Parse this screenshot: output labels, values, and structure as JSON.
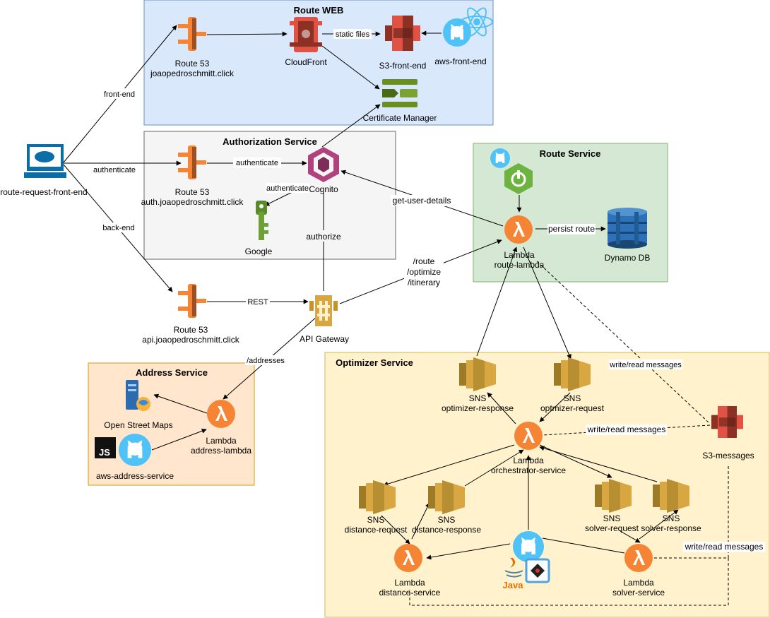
{
  "groups": {
    "route_web": "Route WEB",
    "authorization": "Authorization Service",
    "route_service": "Route Service",
    "address": "Address Service",
    "optimizer": "Optimizer Service"
  },
  "nodes": {
    "client": "route-request-front-end",
    "r53_web": [
      "Route 53",
      "joaopedroschmitt.click"
    ],
    "cloudfront": "CloudFront",
    "s3_front": "S3-front-end",
    "aws_front": "aws-front-end",
    "cert": "Certificate Manager",
    "r53_auth": [
      "Route 53",
      "auth.joaopedroschmitt.click"
    ],
    "cognito": "Cognito",
    "google": "Google",
    "r53_api": [
      "Route 53",
      "api.joaopedroschmitt.click"
    ],
    "apigw": "API Gateway",
    "route_lambda": [
      "Lambda",
      "route-lambda"
    ],
    "dynamo": "Dynamo DB",
    "osm": "Open Street Maps",
    "address_lambda": [
      "Lambda",
      "address-lambda"
    ],
    "aws_address": "aws-address-service",
    "js_badge": "JS",
    "sns_opt_resp": [
      "SNS",
      "optimizer-response"
    ],
    "sns_opt_req": [
      "SNS",
      "optmizer-request"
    ],
    "orchestrator": [
      "Lambda",
      "orchestrator-service"
    ],
    "s3_messages": "S3-messages",
    "sns_dist_req": [
      "SNS",
      "distance-request"
    ],
    "sns_dist_resp": [
      "SNS",
      "distance-response"
    ],
    "sns_solv_req": [
      "SNS",
      "solver-request"
    ],
    "sns_solv_resp": [
      "SNS",
      "solver-response"
    ],
    "distance_lambda": [
      "Lambda",
      "distance-service"
    ],
    "solver_lambda": [
      "Lambda",
      "solver-service"
    ],
    "java": "Java"
  },
  "edges": {
    "front_end": "front-end",
    "static_files": "static files",
    "authenticate_1": "authenticate",
    "authenticate_2": "authenticate",
    "authenticate_3": "authenticate",
    "back_end": "back-end",
    "rest": "REST",
    "authorize": "authorize",
    "get_user_details": "get-user-details",
    "route_paths": [
      "/route",
      "/optimize",
      "/itinerary"
    ],
    "persist_route": "persist route",
    "addresses": "/addresses",
    "rw_messages_1": "write/read messages",
    "rw_messages_2": "write/read messages",
    "rw_messages_3": "write/read messages"
  },
  "colors": {
    "route_web_fill": "#dae8fc",
    "route_web_stroke": "#6c8ebf",
    "auth_fill": "#f5f5f5",
    "auth_stroke": "#666666",
    "route_service_fill": "#d5e8d4",
    "route_service_stroke": "#82b366",
    "address_fill": "#ffe6cc",
    "address_stroke": "#d79b00",
    "optimizer_fill": "#fff2cc",
    "optimizer_stroke": "#d6b656",
    "aws_orange": "#f58534",
    "aws_red": "#e05243",
    "sns_gold": "#d9a741",
    "github_blue": "#4fc3f7"
  }
}
